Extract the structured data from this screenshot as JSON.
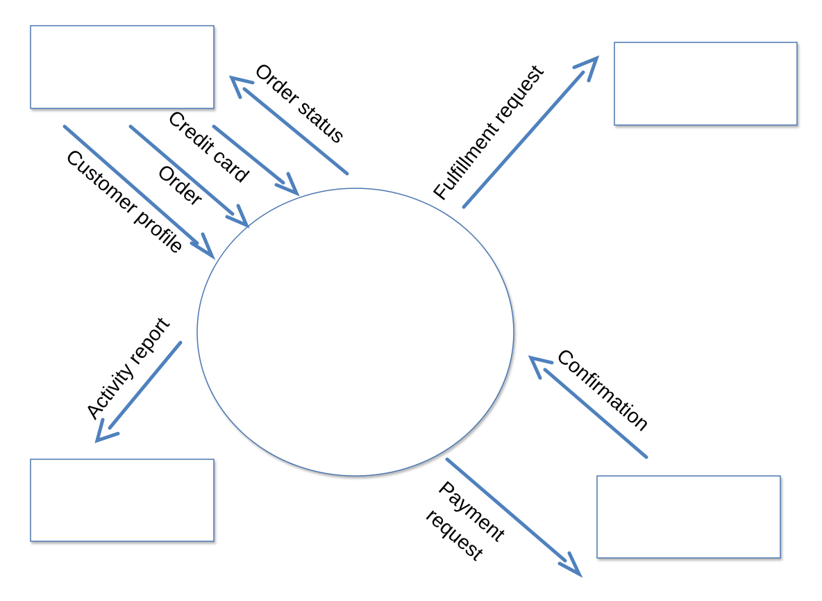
{
  "colors": {
    "line": "#4f81bd",
    "shape_stroke": "#4a76b0",
    "shape_fill": "#ffffff",
    "text": "#000000",
    "background": "#ffffff"
  },
  "flows": {
    "customer_profile": "Customer profile",
    "order": "Order",
    "credit_card": "Credit card",
    "order_status": "Order status",
    "fulfillment_request": "Fulfillment request",
    "activity_report": "Activity report",
    "confirmation": "Confirmation",
    "payment_request_line1": "Payment",
    "payment_request_line2": "request"
  }
}
